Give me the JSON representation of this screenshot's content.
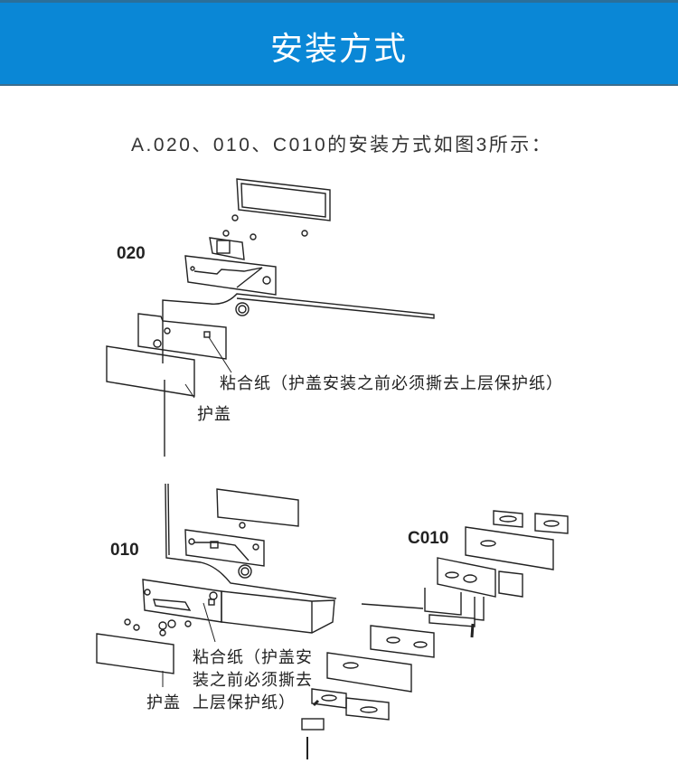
{
  "header": {
    "title": "安装方式"
  },
  "subtitle": "A.020、010、C010的安装方式如图3所示：",
  "figures": {
    "model_020": {
      "label": "020",
      "adhesive_note": "粘合纸（护盖安装之前必须撕去上层保护纸）",
      "cover_label": "护盖"
    },
    "model_010": {
      "label": "010",
      "adhesive_note_lines": [
        "粘合纸（护盖安",
        "装之前必须撕去",
        "上层保护纸）"
      ],
      "cover_label": "护盖"
    },
    "model_c010": {
      "label": "C010"
    }
  },
  "colors": {
    "header_bg": "#0a87d6",
    "line": "#222222"
  }
}
